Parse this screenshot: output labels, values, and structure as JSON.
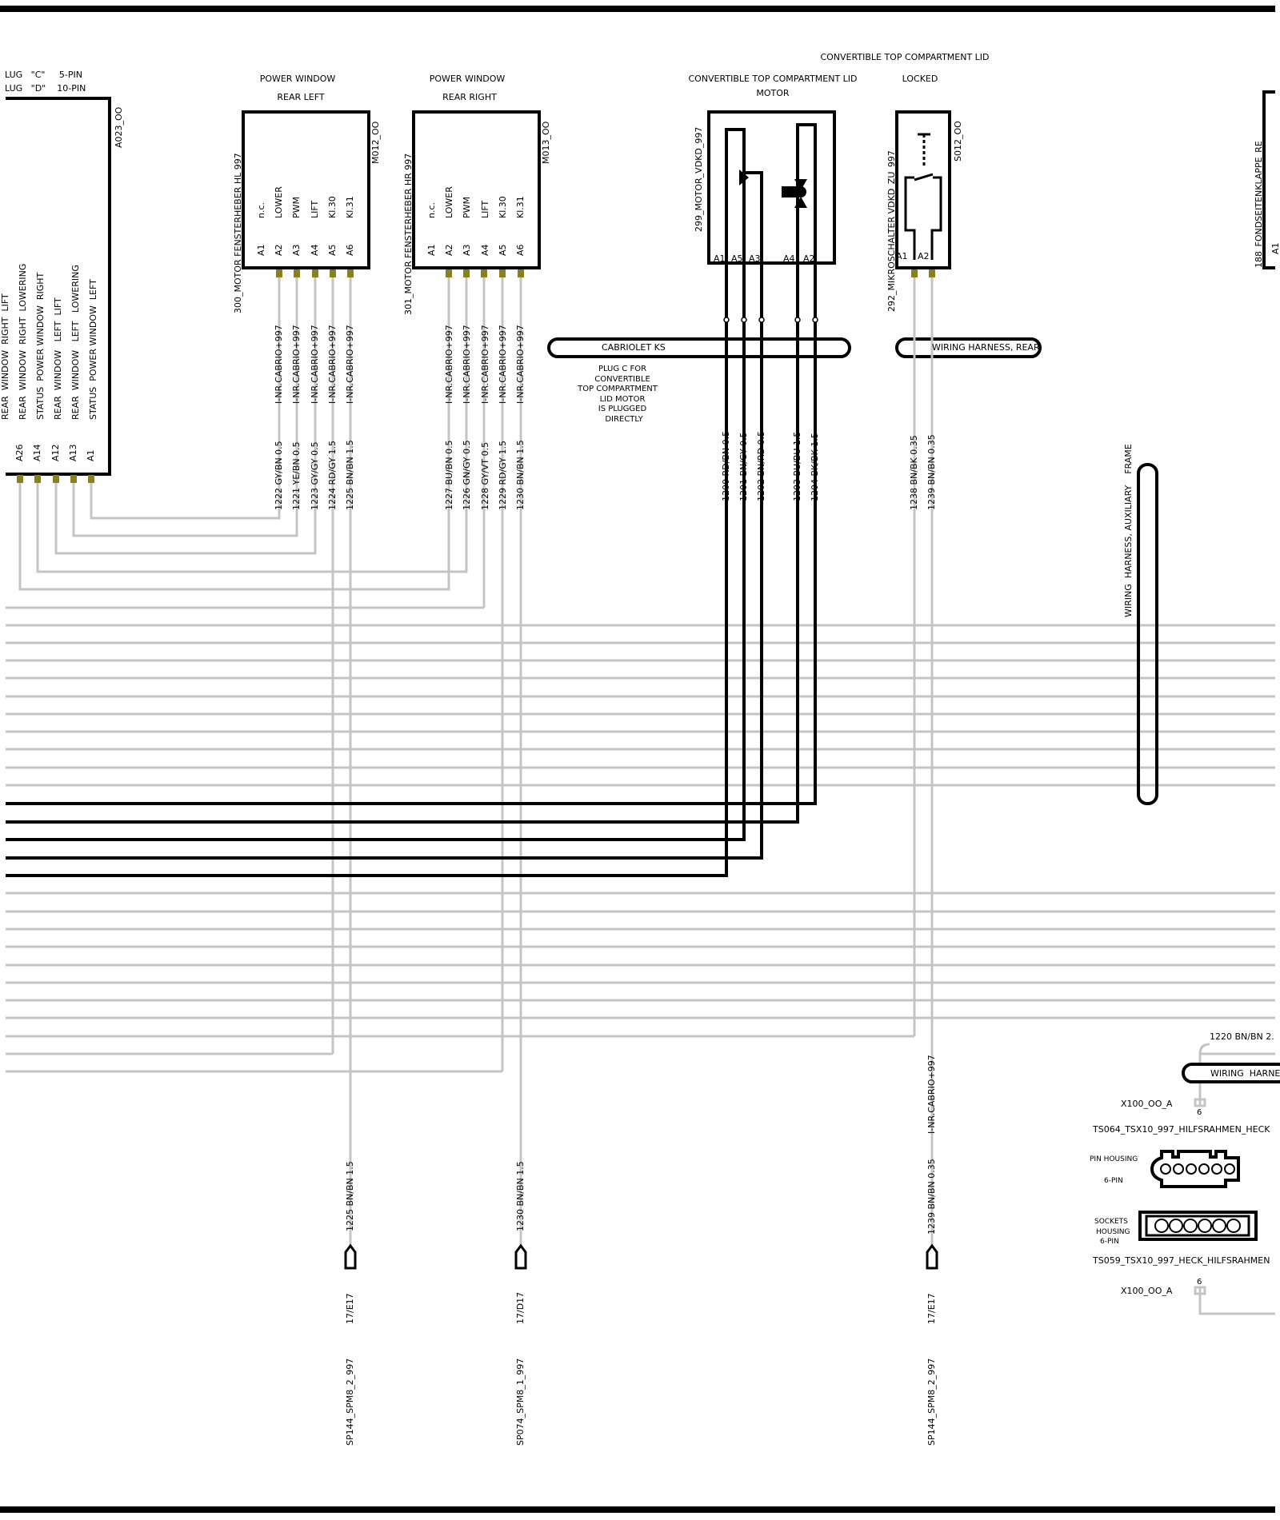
{
  "header": {
    "lug_c": "LUG   \"C\"     5-PIN",
    "lug_d": "LUG   \"D\"    10-PIN"
  },
  "a023": {
    "code": "A023_OO",
    "signals": [
      "REAR  WINDOW  RIGHT  LIFT",
      "REAR  WINDOW  RIGHT  LOWERING",
      "STATUS  POWER WINDOW  RIGHT",
      "REAR  WINDOW   LEFT  LIFT",
      "REAR  WINDOW   LEFT   LOWERING",
      "STATUS  POWER WINDOW  LEFT"
    ],
    "pins": [
      "A26",
      "A14",
      "A12",
      "A13",
      "A1"
    ]
  },
  "m012": {
    "title1": "POWER WINDOW",
    "title2": "REAR LEFT",
    "code": "M012_OO",
    "name": "300_MOTOR FENSTERHEBER HL 997",
    "signals": [
      "n.c.",
      "LOWER",
      "PWM",
      "LIFT",
      "Kl.30",
      "Kl.31"
    ],
    "pins": [
      "A1",
      "A2",
      "A3",
      "A4",
      "A5",
      "A6"
    ],
    "harness": [
      "I-NR.CABRIO+997",
      "I-NR.CABRIO+997",
      "I-NR.CABRIO+997",
      "I-NR.CABRIO+997",
      "I-NR.CABRIO+997"
    ],
    "wires": [
      "1222 GY/BN 0.5",
      "1221 YE/BN 0.5",
      "1223 GY/GY 0.5",
      "1224 RD/GY 1.5",
      "1225 BN/BN 1.5"
    ]
  },
  "m013": {
    "title1": "POWER WINDOW",
    "title2": "REAR RIGHT",
    "code": "M013_OO",
    "name": "301_MOTOR FENSTERHEBER HR 997",
    "signals": [
      "n.c.",
      "LOWER",
      "PWM",
      "LIFT",
      "Kl.30",
      "Kl.31"
    ],
    "pins": [
      "A1",
      "A2",
      "A3",
      "A4",
      "A5",
      "A6"
    ],
    "harness": [
      "I-NR.CABRIO+997",
      "I-NR.CABRIO+997",
      "I-NR.CABRIO+997",
      "I-NR.CABRIO+997",
      "I-NR.CABRIO+997"
    ],
    "wires": [
      "1227 BU/BN 0.5",
      "1226 GN/GY 0.5",
      "1228 GY/VT 0.5",
      "1229 RD/GY 1.5",
      "1230 BN/BN 1.5"
    ]
  },
  "motor": {
    "title1": "CONVERTIBLE TOP COMPARTMENT LID",
    "title2": "MOTOR",
    "name": "299_MOTOR_VDKD_997",
    "pins": [
      "A1",
      "A5",
      "A3",
      "A4",
      "A2"
    ],
    "wires": [
      "1200 RD/BN 0.5",
      "1201 BN/GY 0.5",
      "1202 BN/RD 0.5",
      "1203 BU/BU 1.5",
      "1204 BK/BK 1.5"
    ]
  },
  "cabriolet": {
    "harness": "CABRIOLET KS",
    "note1": "PLUG C FOR",
    "note2": "CONVERTIBLE",
    "note3": "TOP COMPARTMENT",
    "note4": "LID MOTOR",
    "note5": "IS PLUGGED",
    "note6": "DIRECTLY"
  },
  "s012": {
    "title1": "CONVERTIBLE TOP COMPARTMENT LID",
    "title2": "LOCKED",
    "code": "S012_OO",
    "name": "292_MIKROSCHALTER VDKD_ZU_997",
    "pins": [
      "A1",
      "A2"
    ],
    "harness": "WIRING HARNESS, REAR",
    "wires": [
      "1238 BN/BK 0.35",
      "1239 BN/BN 0.35"
    ]
  },
  "aux_frame": {
    "label": "WIRING  HARNESS, AUXILIARY    FRAME"
  },
  "fondseiten": {
    "name": "188_FONDSEITENKLAPPE_RE",
    "pin": "A1"
  },
  "bottom": {
    "wire1220": "1220 BN/BN 2.",
    "harness_right": "WIRING  HARNE",
    "x100_top": "X100_OO_A",
    "pin6_top": "6",
    "ts064": "TS064_TSX10_997_HILFSRAHMEN_HECK",
    "pin_housing1": "PIN HOUSING",
    "pin_housing2": "6-PIN",
    "sockets1": "SOCKETS",
    "sockets2": "HOUSING",
    "sockets3": "6-PIN",
    "ts059": "TS059_TSX10_997_HECK_HILFSRAHMEN",
    "pin6_bottom": "6",
    "x100_bottom": "X100_OO_A",
    "harness_vertical": "I-NR.CABRIO+997",
    "splices": [
      {
        "wire": "1225 BN/BN 1.5",
        "ref": "17/E17",
        "name": "SP144_SPM8_2_997"
      },
      {
        "wire": "1230 BN/BN 1.5",
        "ref": "17/D17",
        "name": "SP074_SPM8_1_997"
      },
      {
        "wire": "1239 BN/BN 0.35",
        "ref": "17/E17",
        "name": "SP144_SPM8_2_997"
      }
    ]
  },
  "colors": {
    "wire_grey": "#c4c4c4",
    "wire_black": "#000000",
    "pin_marker": "#8a8020"
  }
}
